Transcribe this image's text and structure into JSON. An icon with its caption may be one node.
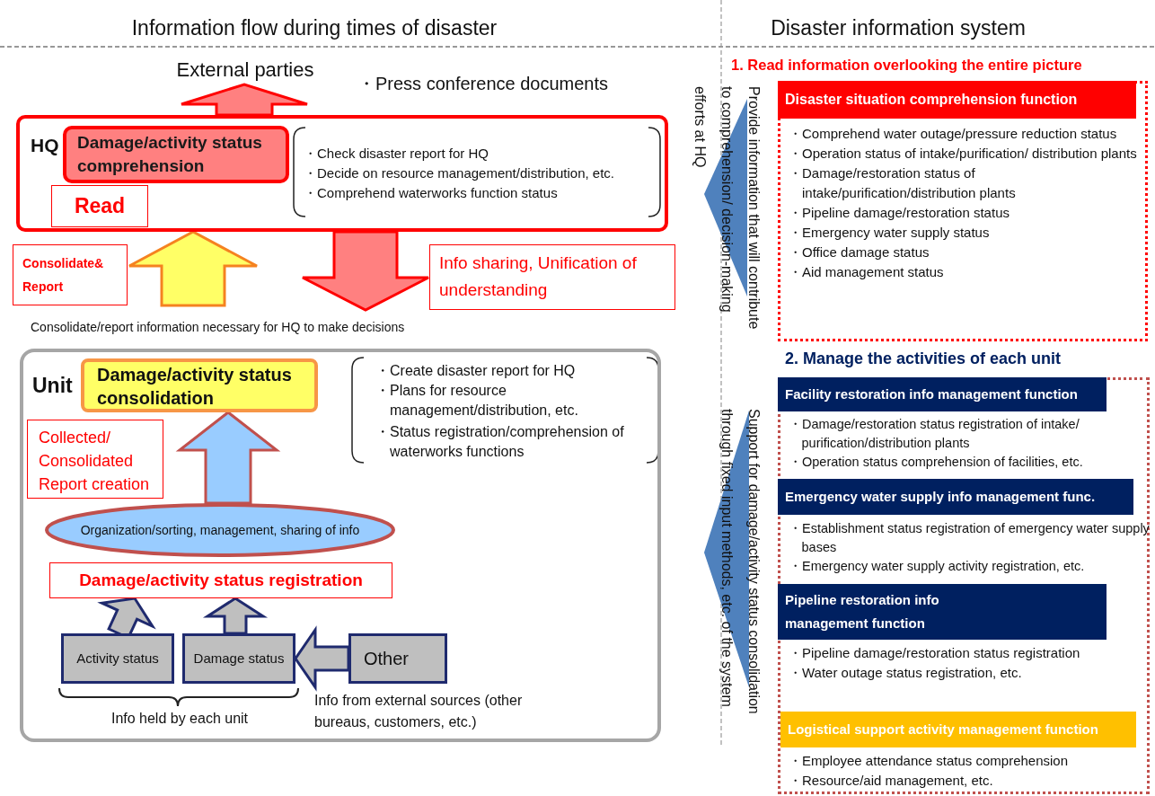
{
  "diagram": {
    "nodes": [
      {
        "text": [
          "External parties"
        ]
      },
      {
        "text": [
          "HQ"
        ]
      },
      {
        "text": [
          "Damage/activity status comprehension"
        ],
        "in": 1
      },
      {
        "text": [
          "Read"
        ],
        "in": 1
      },
      {
        "text": [
          "Consolidate& Report"
        ]
      },
      {
        "text": [
          "Info sharing, Unification of understanding"
        ]
      },
      {
        "text": [
          "Unit"
        ]
      },
      {
        "text": [
          "Damage/activity status consolidation"
        ],
        "in": 6
      },
      {
        "text": [
          "Collected/ Consolidated Report creation"
        ],
        "in": 6
      },
      {
        "text": [
          "Organization/sorting, management, sharing of info"
        ],
        "in": 6
      },
      {
        "text": [
          "Damage/activity status registration"
        ],
        "in": 6
      },
      {
        "text": [
          "Activity status"
        ],
        "in": 6
      },
      {
        "text": [
          "Damage status"
        ],
        "in": 6
      },
      {
        "text": [
          "Other"
        ],
        "in": 6
      },
      {
        "text": [
          "1. Read information overlooking the entire picture"
        ]
      },
      {
        "text": [
          "Disaster situation comprehension function"
        ],
        "in": 14,
        "beside": [
          "・Comprehend water outage/pressure reduction status",
          "・Operation status of intake/purification/ distribution plants",
          "・Damage/restoration status of intake/purification/distribution plants",
          "・Pipeline damage/restoration status",
          "・Emergency water supply status",
          "・Office damage status",
          "・Aid management status"
        ]
      },
      {
        "text": [
          "2. Manage the activities of each unit"
        ]
      },
      {
        "text": [
          "Facility restoration info management function"
        ],
        "in": 16,
        "beside": [
          "・Damage/restoration status registration of intake/ purification/distribution plants",
          "・Operation status comprehension of facilities, etc."
        ]
      },
      {
        "text": [
          "Emergency water supply info management func."
        ],
        "in": 16,
        "beside": [
          "・Establishment status registration of emergency water supply bases",
          "・Emergency water supply activity registration, etc."
        ]
      },
      {
        "text": [
          "Pipeline restoration info management function"
        ],
        "in": 16,
        "beside": [
          "・Pipeline damage/restoration status registration",
          "・Water outage status registration, etc."
        ]
      },
      {
        "text": [
          "Logistical support activity management function"
        ],
        "in": 16,
        "beside": [
          "・Employee attendance status comprehension",
          "・Resource/aid management, etc."
        ]
      },
      {
        "text": [
          "Provide information that will contribute to comprehension/ decision-making efforts at HQ"
        ]
      },
      {
        "text": [
          "Support for damage/activity status consolidation through fixed input methods, etc. of the system"
        ]
      }
    ],
    "edges": [
      {
        "from": 1,
        "to": 0,
        "arrow": "to",
        "color": "#ff8080"
      },
      {
        "from": null,
        "to": 1,
        "arrow": "to",
        "color": "#ffff66"
      },
      {
        "from": 1,
        "to": null,
        "arrow": "to",
        "color": "#ff8080"
      },
      {
        "from": 9,
        "to": 7,
        "arrow": "to",
        "color": "#99ccff"
      },
      {
        "from": 11,
        "to": 10,
        "arrow": "to"
      },
      {
        "from": 12,
        "to": 10,
        "arrow": "to"
      },
      {
        "from": 13,
        "to": 12,
        "arrow": "to"
      }
    ],
    "labels": [
      "Information flow during times of disaster",
      "Disaster information system",
      "・Press conference documents",
      "・Check disaster report for HQ",
      "・Decide on resource management/distribution, etc.",
      "・Comprehend waterworks function status",
      "Consolidate/report information necessary for HQ to make decisions",
      "・Create disaster report for HQ",
      "・Plans for resource management/distribution, etc.",
      "・Status registration/comprehension of waterworks functions",
      "Info held by each unit",
      "Info from external sources (other bureaus, customers, etc.)"
    ]
  }
}
